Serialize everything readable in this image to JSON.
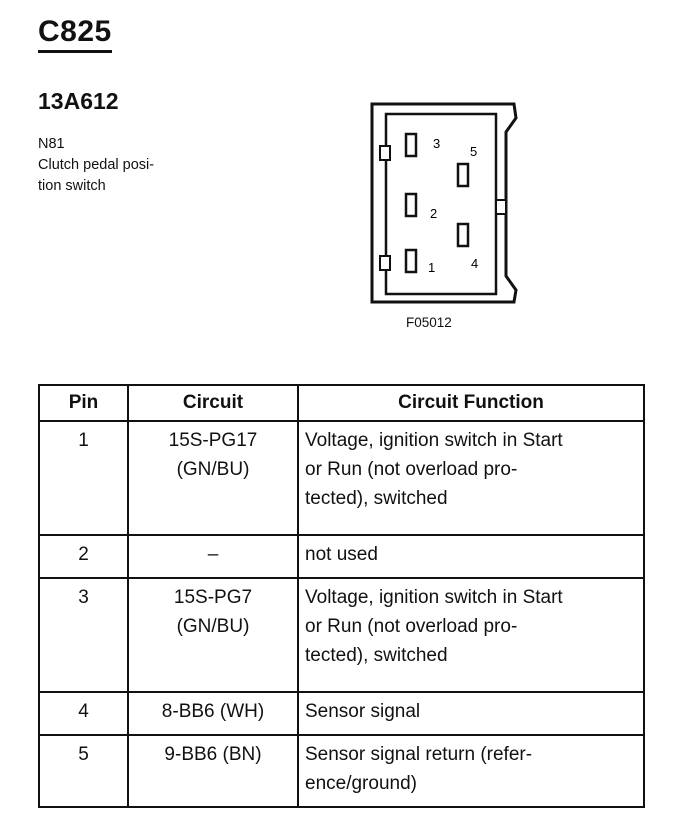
{
  "header": {
    "connector_id": "C825",
    "part_number": "13A612",
    "description_lines": [
      "N81",
      "Clutch pedal posi-",
      "tion switch"
    ]
  },
  "diagram": {
    "pin_labels": [
      "1",
      "2",
      "3",
      "4",
      "5"
    ],
    "figure_label": "F05012"
  },
  "table": {
    "headers": [
      "Pin",
      "Circuit",
      "Circuit Function"
    ],
    "rows": [
      {
        "pin": "1",
        "circuit_lines": [
          "15S-PG17",
          "(GN/BU)"
        ],
        "function_lines": [
          "Voltage, ignition switch in Start",
          "or Run (not overload pro-",
          "tected), switched"
        ]
      },
      {
        "pin": "2",
        "circuit_lines": [
          "–"
        ],
        "function_lines": [
          "not used"
        ]
      },
      {
        "pin": "3",
        "circuit_lines": [
          "15S-PG7",
          "(GN/BU)"
        ],
        "function_lines": [
          "Voltage, ignition switch in Start",
          "or Run (not overload pro-",
          "tected), switched"
        ]
      },
      {
        "pin": "4",
        "circuit_lines": [
          "8-BB6 (WH)"
        ],
        "function_lines": [
          "Sensor signal"
        ]
      },
      {
        "pin": "5",
        "circuit_lines": [
          "9-BB6 (BN)"
        ],
        "function_lines": [
          "Sensor signal return (refer-",
          "ence/ground)"
        ]
      }
    ]
  }
}
